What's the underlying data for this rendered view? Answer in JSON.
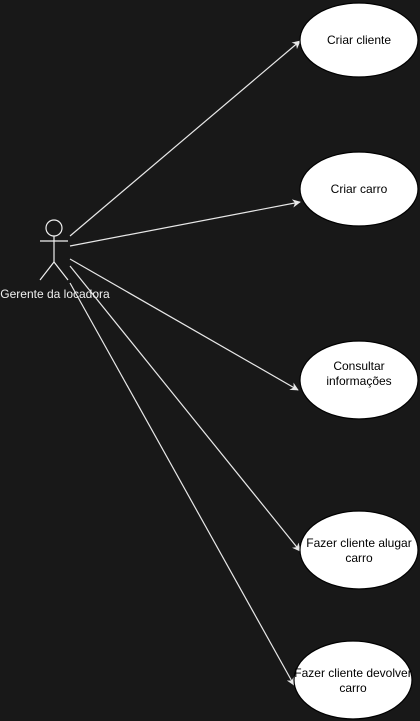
{
  "diagram": {
    "actor": {
      "label": "Gerente da locadora"
    },
    "use_cases": [
      {
        "id": "uc1",
        "lines": [
          "Criar cliente"
        ]
      },
      {
        "id": "uc2",
        "lines": [
          "Criar carro"
        ]
      },
      {
        "id": "uc3",
        "lines": [
          "Consultar",
          "informações"
        ]
      },
      {
        "id": "uc4",
        "lines": [
          "Fazer cliente alugar",
          "carro"
        ]
      },
      {
        "id": "uc5",
        "lines": [
          "Fazer cliente devolver",
          "carro"
        ]
      }
    ],
    "colors": {
      "background": "#181818",
      "ellipse_fill": "#ffffff",
      "ellipse_stroke": "#000000",
      "connector": "#e8e8e8",
      "actor_stroke": "#f0f0f0"
    }
  }
}
